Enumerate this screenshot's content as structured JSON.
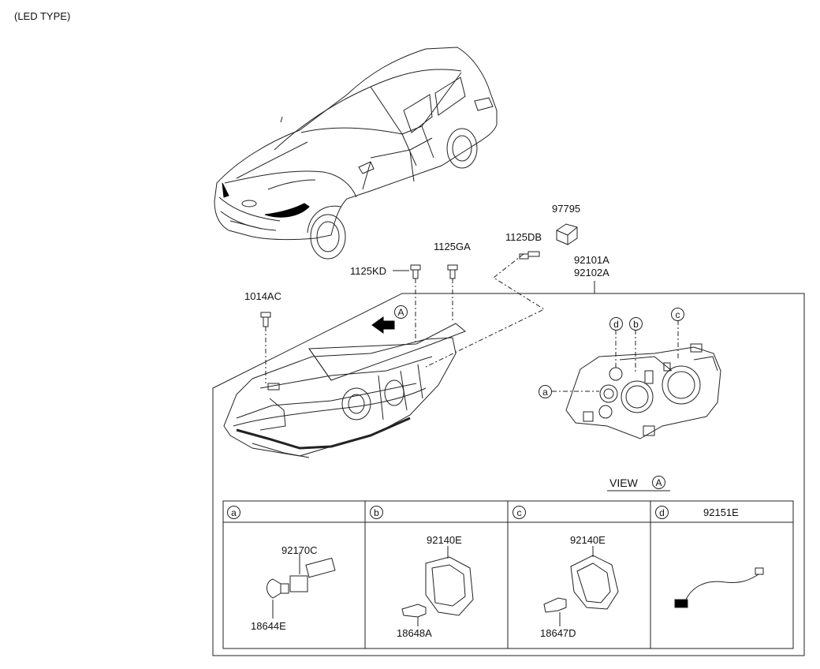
{
  "header": {
    "type_label": "(LED TYPE)"
  },
  "parts": {
    "p97795": "97795",
    "p1125DB": "1125DB",
    "p1125GA": "1125GA",
    "p1125KD": "1125KD",
    "p92101A": "92101A",
    "p92102A": "92102A",
    "p1014AC": "1014AC"
  },
  "view_marker": {
    "letter": "A"
  },
  "view_label": {
    "word": "VIEW",
    "letter": "A"
  },
  "callouts": {
    "a": "a",
    "b": "b",
    "c": "c",
    "d": "d"
  },
  "table": {
    "columns": [
      {
        "letter": "a",
        "header_part": "",
        "parts": [
          "92170C",
          "18644E"
        ]
      },
      {
        "letter": "b",
        "header_part": "",
        "parts": [
          "92140E",
          "18648A"
        ]
      },
      {
        "letter": "c",
        "header_part": "",
        "parts": [
          "92140E",
          "18647D"
        ]
      },
      {
        "letter": "d",
        "header_part": "92151E",
        "parts": []
      }
    ]
  }
}
